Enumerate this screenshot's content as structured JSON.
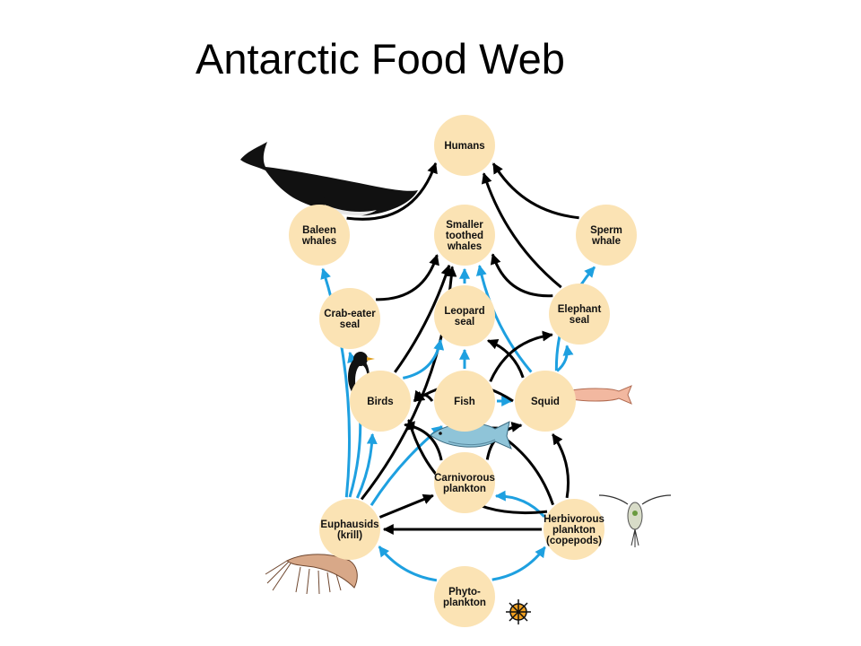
{
  "title": "Antarctic Food Web",
  "colors": {
    "background": "#ffffff",
    "node_fill": "#fbe3b4",
    "arrow_blue": "#1ea0e0",
    "arrow_black": "#000000",
    "label": "#111111"
  },
  "nodes": [
    {
      "id": "humans",
      "label": [
        "Humans"
      ]
    },
    {
      "id": "baleen",
      "label": [
        "Baleen",
        "whales"
      ]
    },
    {
      "id": "smaller",
      "label": [
        "Smaller",
        "toothed",
        "whales"
      ]
    },
    {
      "id": "sperm",
      "label": [
        "Sperm",
        "whale"
      ]
    },
    {
      "id": "crab",
      "label": [
        "Crab-eater",
        "seal"
      ]
    },
    {
      "id": "leopard",
      "label": [
        "Leopard",
        "seal"
      ]
    },
    {
      "id": "elephant",
      "label": [
        "Elephant",
        "seal"
      ]
    },
    {
      "id": "birds",
      "label": [
        "Birds"
      ]
    },
    {
      "id": "fish",
      "label": [
        "Fish"
      ]
    },
    {
      "id": "squid",
      "label": [
        "Squid"
      ]
    },
    {
      "id": "carnivorous",
      "label": [
        "Carnivorous",
        "plankton"
      ]
    },
    {
      "id": "euphausids",
      "label": [
        "Euphausids",
        "(krill)"
      ]
    },
    {
      "id": "herbivorous",
      "label": [
        "Herbivorous",
        "plankton",
        "(copepods)"
      ]
    },
    {
      "id": "phyto",
      "label": [
        "Phyto-",
        "plankton"
      ]
    }
  ],
  "links": [
    {
      "from": "baleen",
      "to": "humans",
      "color": "black"
    },
    {
      "from": "sperm",
      "to": "humans",
      "color": "black"
    },
    {
      "from": "elephant",
      "to": "humans",
      "color": "black"
    },
    {
      "from": "euphausids",
      "to": "baleen",
      "color": "blue"
    },
    {
      "from": "euphausids",
      "to": "crab",
      "color": "blue"
    },
    {
      "from": "euphausids",
      "to": "birds",
      "color": "blue"
    },
    {
      "from": "euphausids",
      "to": "fish",
      "color": "blue"
    },
    {
      "from": "euphausids",
      "to": "carnivorous",
      "color": "black"
    },
    {
      "from": "euphausids",
      "to": "smaller",
      "color": "black"
    },
    {
      "from": "crab",
      "to": "smaller",
      "color": "black"
    },
    {
      "from": "leopard",
      "to": "smaller",
      "color": "blue"
    },
    {
      "from": "elephant",
      "to": "smaller",
      "color": "black"
    },
    {
      "from": "squid",
      "to": "smaller",
      "color": "blue"
    },
    {
      "from": "birds",
      "to": "smaller",
      "color": "black"
    },
    {
      "from": "birds",
      "to": "leopard",
      "color": "blue"
    },
    {
      "from": "fish",
      "to": "leopard",
      "color": "blue"
    },
    {
      "from": "fish",
      "to": "elephant",
      "color": "black"
    },
    {
      "from": "fish",
      "to": "birds",
      "color": "black"
    },
    {
      "from": "fish",
      "to": "squid",
      "color": "blue"
    },
    {
      "from": "squid",
      "to": "birds",
      "color": "black"
    },
    {
      "from": "squid",
      "to": "elephant",
      "color": "blue"
    },
    {
      "from": "squid",
      "to": "sperm",
      "color": "blue"
    },
    {
      "from": "squid",
      "to": "leopard",
      "color": "black"
    },
    {
      "from": "carnivorous",
      "to": "birds",
      "color": "black"
    },
    {
      "from": "carnivorous",
      "to": "squid",
      "color": "black"
    },
    {
      "from": "herbivorous",
      "to": "carnivorous",
      "color": "blue"
    },
    {
      "from": "herbivorous",
      "to": "euphausids",
      "color": "black"
    },
    {
      "from": "herbivorous",
      "to": "squid",
      "color": "black"
    },
    {
      "from": "herbivorous",
      "to": "fish",
      "color": "black"
    },
    {
      "from": "herbivorous",
      "to": "birds",
      "color": "black"
    },
    {
      "from": "phyto",
      "to": "euphausids",
      "color": "blue"
    },
    {
      "from": "phyto",
      "to": "herbivorous",
      "color": "blue"
    }
  ],
  "illustrations": [
    {
      "id": "whale",
      "icon": "baleen-whale-icon"
    },
    {
      "id": "penguin",
      "icon": "penguin-icon"
    },
    {
      "id": "salmon",
      "icon": "fish-icon"
    },
    {
      "id": "squid",
      "icon": "squid-icon"
    },
    {
      "id": "krill",
      "icon": "krill-icon"
    },
    {
      "id": "copepod",
      "icon": "copepod-icon"
    },
    {
      "id": "diatom",
      "icon": "phytoplankton-icon"
    }
  ]
}
